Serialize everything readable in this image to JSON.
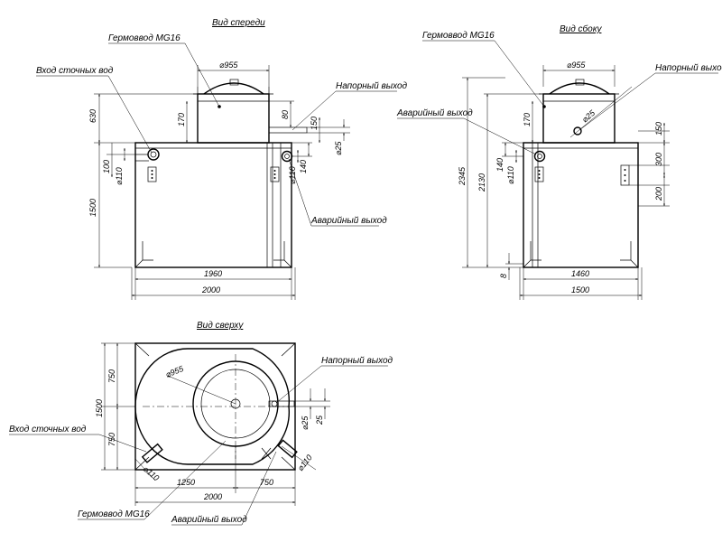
{
  "views": {
    "front_title": "Вид спереди",
    "side_title": "Вид сбоку",
    "top_title": "Вид сверху"
  },
  "labels": {
    "hatch": "Гермоввод MG16",
    "inlet": "Вход сточных вод",
    "pressure_outlet": "Напорный выход",
    "emergency_outlet": "Аварийный выход"
  },
  "dimensions": {
    "d955": "⌀955",
    "d25": "⌀25",
    "d110": "⌀110",
    "v630": "630",
    "v170": "170",
    "v80": "80",
    "v150": "150",
    "v100": "100",
    "v140": "140",
    "v1500": "1500",
    "v2345": "2345",
    "v2130": "2130",
    "v300": "300",
    "v200": "200",
    "v8": "8",
    "v750": "750",
    "v25": "25",
    "h1960": "1960",
    "h2000": "2000",
    "h1460": "1460",
    "h1500": "1500",
    "h1250": "1250",
    "h750": "750"
  }
}
